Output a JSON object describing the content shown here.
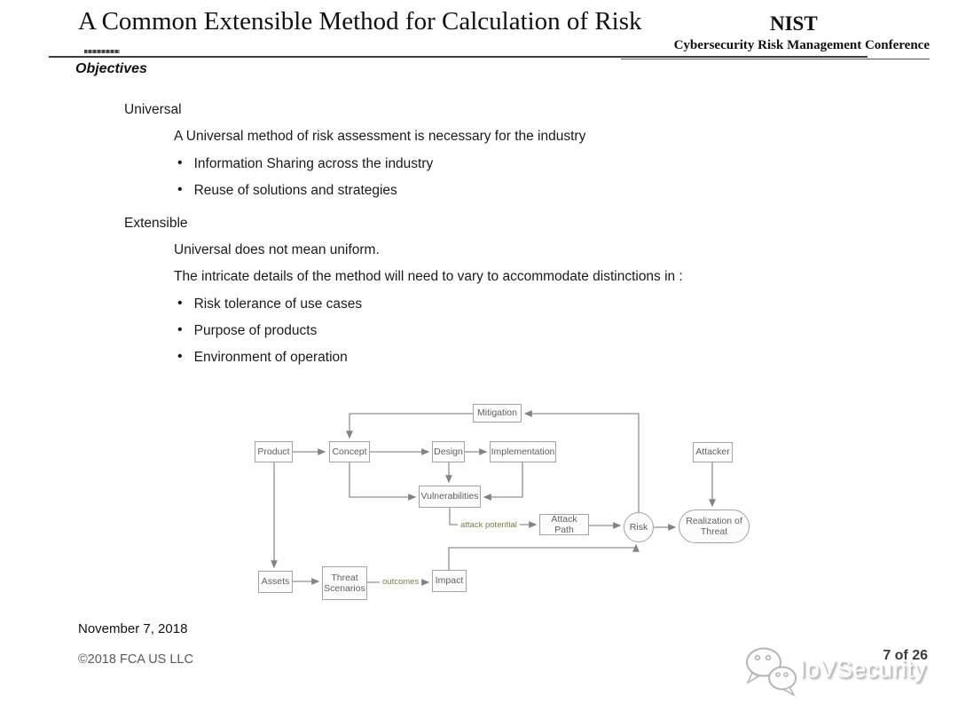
{
  "header": {
    "title": "A Common Extensible Method for Calculation of Risk",
    "org": "NIST",
    "conference": "Cybersecurity Risk Management Conference"
  },
  "slide": {
    "heading": "Objectives",
    "sections": [
      {
        "title": "Universal",
        "lines": [
          "A Universal method of risk assessment is necessary for the industry"
        ],
        "bullets": [
          "Information Sharing across the industry",
          "Reuse of solutions and strategies"
        ]
      },
      {
        "title": "Extensible",
        "lines": [
          "Universal does not mean uniform.",
          "The intricate details of the method will need to vary to accommodate distinctions in :"
        ],
        "bullets": [
          "Risk tolerance of use cases",
          "Purpose of products",
          "Environment of operation"
        ]
      }
    ]
  },
  "diagram": {
    "nodes": [
      {
        "label": "Mitigation"
      },
      {
        "label": "Product"
      },
      {
        "label": "Concept"
      },
      {
        "label": "Design"
      },
      {
        "label": "Implementation"
      },
      {
        "label": "Attacker"
      },
      {
        "label": "Vulnerabilities"
      },
      {
        "label": "Attack Path"
      },
      {
        "label": "Risk"
      },
      {
        "label": "Realization of Threat"
      },
      {
        "label": "Assets"
      },
      {
        "label": "Threat Scenarios"
      },
      {
        "label": "Impact"
      }
    ],
    "edge_labels": {
      "attack_potential": "attack potential",
      "outcomes": "outcomes"
    },
    "edges": [
      {
        "from": "Product",
        "to": "Concept"
      },
      {
        "from": "Concept",
        "to": "Design"
      },
      {
        "from": "Design",
        "to": "Implementation"
      },
      {
        "from": "Risk",
        "to": "Mitigation"
      },
      {
        "from": "Mitigation",
        "to": "Concept"
      },
      {
        "from": "Concept",
        "to": "Vulnerabilities"
      },
      {
        "from": "Design",
        "to": "Vulnerabilities"
      },
      {
        "from": "Implementation",
        "to": "Vulnerabilities"
      },
      {
        "from": "Vulnerabilities",
        "to": "Attack Path",
        "label": "attack potential"
      },
      {
        "from": "Attack Path",
        "to": "Risk"
      },
      {
        "from": "Risk",
        "to": "Realization of Threat"
      },
      {
        "from": "Attacker",
        "to": "Realization of Threat"
      },
      {
        "from": "Product",
        "to": "Assets"
      },
      {
        "from": "Assets",
        "to": "Threat Scenarios"
      },
      {
        "from": "Threat Scenarios",
        "to": "Impact",
        "label": "outcomes"
      },
      {
        "from": "Impact",
        "to": "Risk"
      }
    ],
    "colors": {
      "line": "#8c8c8c",
      "edge_label": "#7c7a4e",
      "node_border": "#a3a3a3",
      "node_text": "#616161"
    }
  },
  "footer": {
    "date": "November 7, 2018",
    "copyright": "©2018 FCA US LLC",
    "page": "7 of 26",
    "watermark": "IoVSecurity"
  }
}
